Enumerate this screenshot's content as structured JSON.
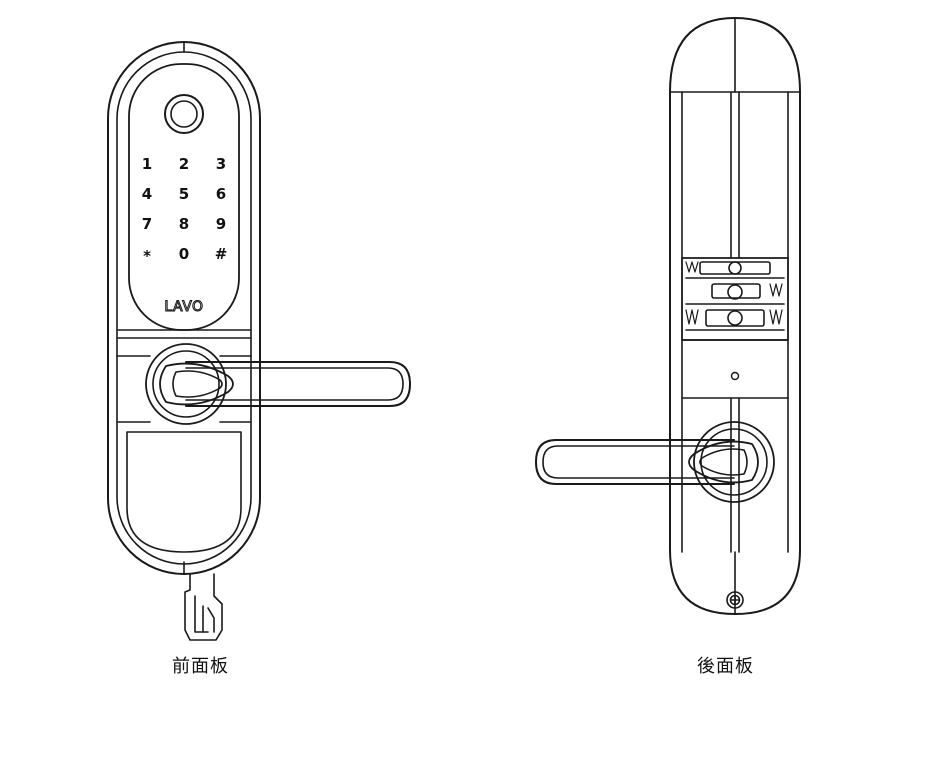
{
  "front_panel": {
    "caption": "前面板",
    "keypad": [
      [
        "1",
        "2",
        "3"
      ],
      [
        "4",
        "5",
        "6"
      ],
      [
        "7",
        "8",
        "9"
      ],
      [
        "*",
        "0",
        "#"
      ]
    ],
    "brand": "LAVO"
  },
  "back_panel": {
    "caption": "後面板"
  },
  "colors": {
    "line": "#1a1a1a",
    "background": "#ffffff"
  }
}
